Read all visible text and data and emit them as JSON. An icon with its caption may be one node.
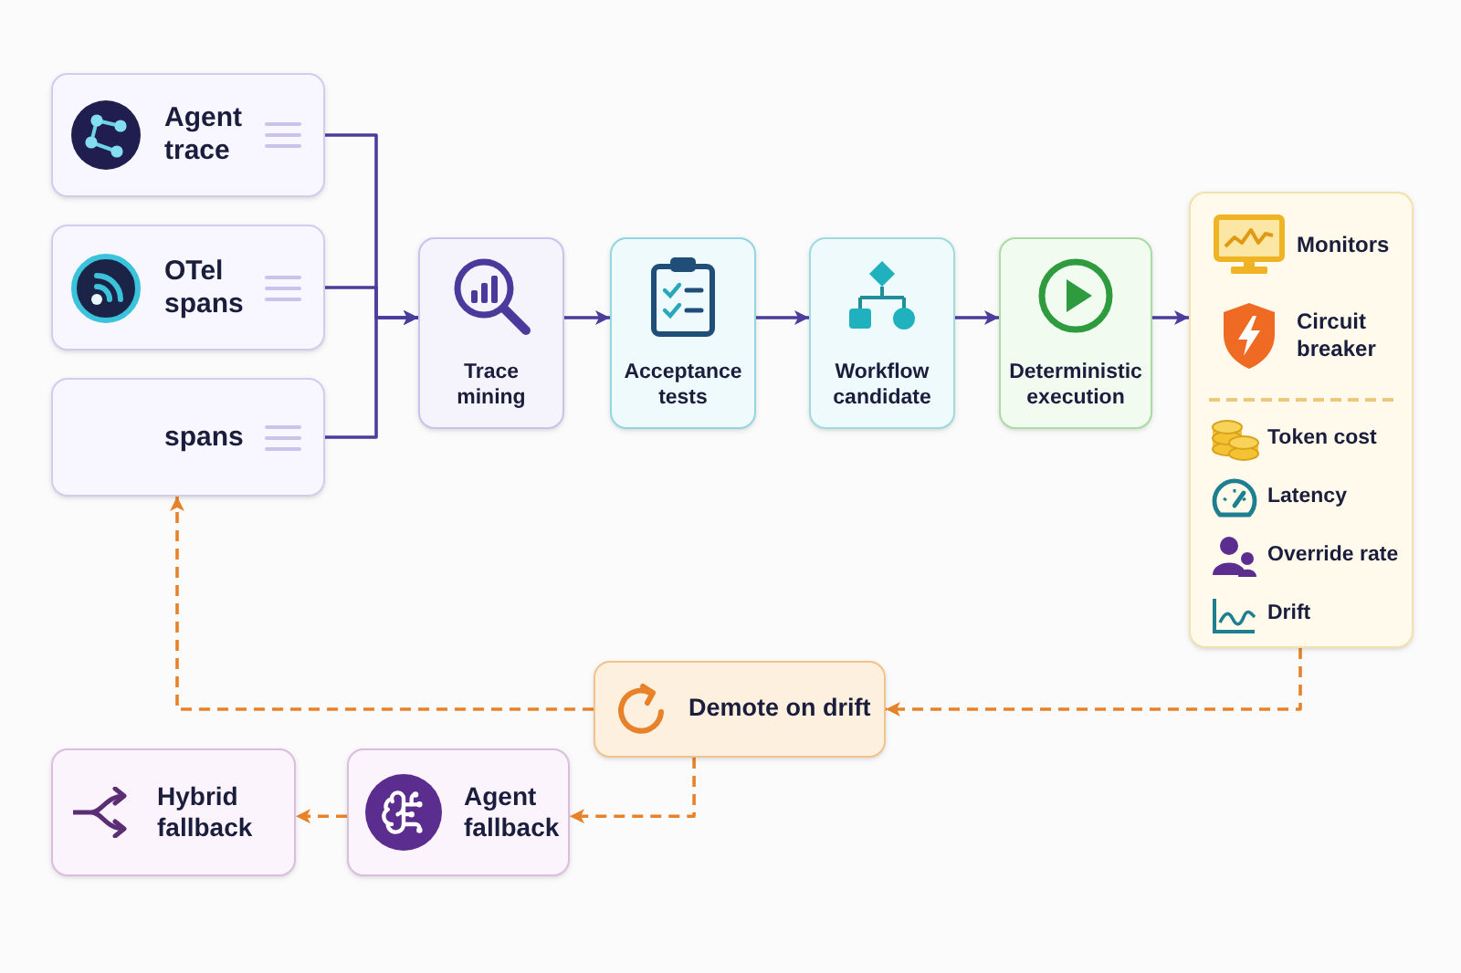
{
  "diagram": {
    "nodes": [
      {
        "text": [
          "Agent trace"
        ]
      },
      {
        "text": [
          "OTel spans"
        ]
      },
      {
        "text": [
          "spans"
        ]
      },
      {
        "text": [
          "Trace mining"
        ]
      },
      {
        "text": [
          "Acceptance tests"
        ]
      },
      {
        "text": [
          "Workflow candidate"
        ]
      },
      {
        "text": [
          "Deterministic execution"
        ]
      },
      {
        "text": [
          "Monitors",
          "Circuit breaker",
          "Token cost",
          "Latency",
          "Override rate",
          "Drift"
        ]
      },
      {
        "text": [
          "Demote on drift"
        ]
      },
      {
        "text": [
          "Hybrid fallback"
        ]
      },
      {
        "text": [
          "Agent fallback"
        ]
      }
    ],
    "edges": [
      {
        "from": 0,
        "to": 3,
        "arrow": "to"
      },
      {
        "from": 1,
        "to": 3,
        "arrow": "to"
      },
      {
        "from": 2,
        "to": 3,
        "arrow": "to"
      },
      {
        "from": 3,
        "to": 4,
        "arrow": "to"
      },
      {
        "from": 4,
        "to": 5,
        "arrow": "to"
      },
      {
        "from": 5,
        "to": 6,
        "arrow": "to"
      },
      {
        "from": 6,
        "to": 7,
        "arrow": "to"
      },
      {
        "from": 7,
        "to": 8,
        "arrow": "to",
        "style": "dashed",
        "color": "#e8822a"
      },
      {
        "from": 8,
        "to": 2,
        "arrow": "to",
        "style": "dashed",
        "color": "#e8822a"
      },
      {
        "from": 8,
        "to": 10,
        "arrow": "to",
        "style": "dashed",
        "color": "#e8822a"
      },
      {
        "from": 10,
        "to": 9,
        "arrow": "to",
        "style": "dashed",
        "color": "#e8822a"
      }
    ]
  }
}
